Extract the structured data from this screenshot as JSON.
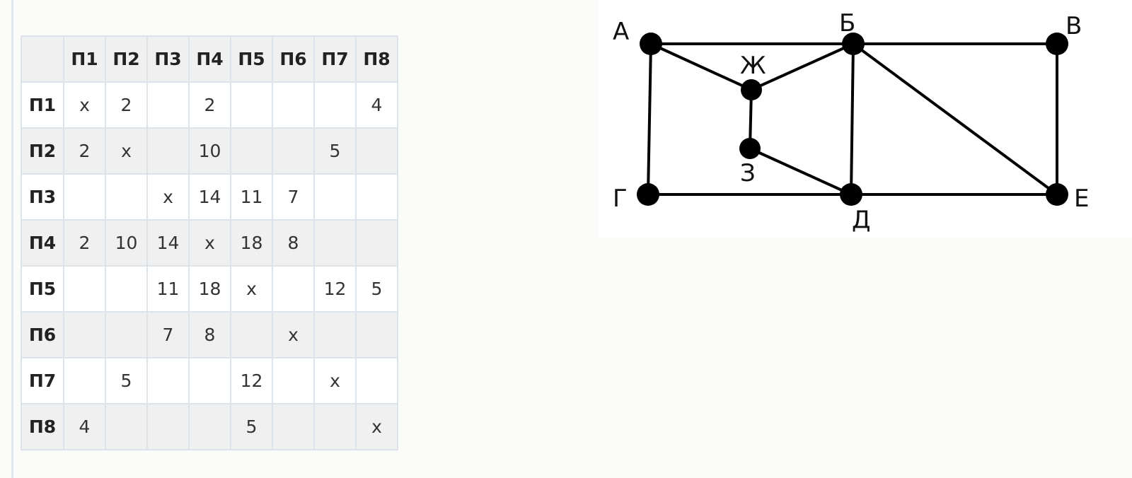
{
  "table": {
    "corner": "",
    "headers": [
      "П1",
      "П2",
      "П3",
      "П4",
      "П5",
      "П6",
      "П7",
      "П8"
    ],
    "rows": [
      {
        "label": "П1",
        "cells": [
          "x",
          "2",
          "",
          "2",
          "",
          "",
          "",
          "4"
        ]
      },
      {
        "label": "П2",
        "cells": [
          "2",
          "x",
          "",
          "10",
          "",
          "",
          "5",
          ""
        ]
      },
      {
        "label": "П3",
        "cells": [
          "",
          "",
          "x",
          "14",
          "11",
          "7",
          "",
          ""
        ]
      },
      {
        "label": "П4",
        "cells": [
          "2",
          "10",
          "14",
          "x",
          "18",
          "8",
          "",
          ""
        ]
      },
      {
        "label": "П5",
        "cells": [
          "",
          "",
          "11",
          "18",
          "x",
          "",
          "12",
          "5"
        ]
      },
      {
        "label": "П6",
        "cells": [
          "",
          "",
          "7",
          "8",
          "",
          "x",
          "",
          ""
        ]
      },
      {
        "label": "П7",
        "cells": [
          "",
          "5",
          "",
          "",
          "12",
          "",
          "x",
          ""
        ]
      },
      {
        "label": "П8",
        "cells": [
          "4",
          "",
          "",
          "",
          "5",
          "",
          "",
          "x"
        ]
      }
    ]
  },
  "graph": {
    "nodes": [
      {
        "id": "A",
        "label": "А"
      },
      {
        "id": "B",
        "label": "Б"
      },
      {
        "id": "V",
        "label": "В"
      },
      {
        "id": "G",
        "label": "Г"
      },
      {
        "id": "D",
        "label": "Д"
      },
      {
        "id": "E",
        "label": "Е"
      },
      {
        "id": "ZH",
        "label": "Ж"
      },
      {
        "id": "Z",
        "label": "З"
      }
    ],
    "edges": [
      [
        "A",
        "B"
      ],
      [
        "B",
        "V"
      ],
      [
        "A",
        "G"
      ],
      [
        "A",
        "ZH"
      ],
      [
        "ZH",
        "B"
      ],
      [
        "ZH",
        "Z"
      ],
      [
        "Z",
        "D"
      ],
      [
        "B",
        "D"
      ],
      [
        "B",
        "E"
      ],
      [
        "V",
        "E"
      ],
      [
        "G",
        "D"
      ],
      [
        "D",
        "E"
      ]
    ]
  }
}
